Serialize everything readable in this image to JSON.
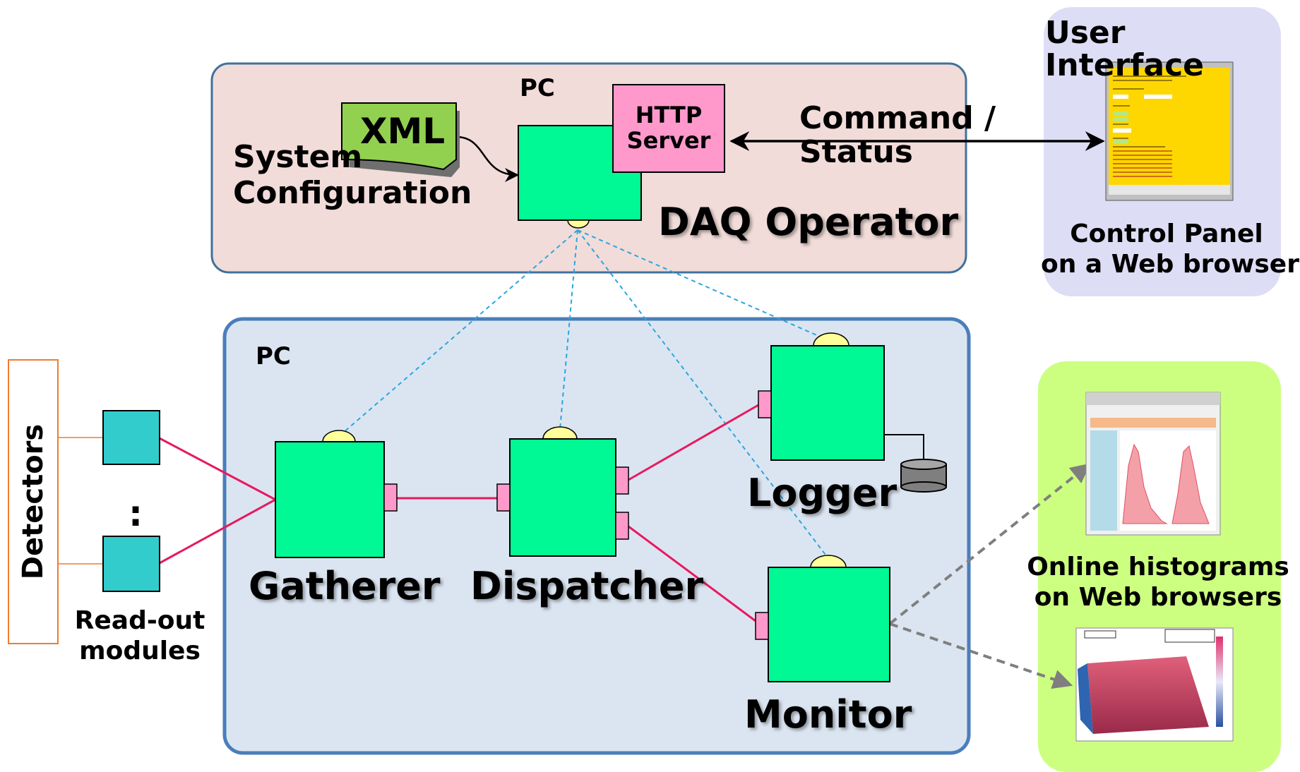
{
  "operator_pc": {
    "pc_label": "PC",
    "xml_label": "XML",
    "system_config_label": "System\nConfiguration",
    "http_server_label": "HTTP\nServer",
    "component_label": "DAQ Operator"
  },
  "daq_pc": {
    "pc_label": "PC",
    "components": {
      "gatherer": "Gatherer",
      "dispatcher": "Dispatcher",
      "logger": "Logger",
      "monitor": "Monitor"
    }
  },
  "detectors": {
    "label": "Detectors",
    "ellipsis": ":",
    "readout_label": "Read-out\nmodules"
  },
  "user_interface": {
    "title": "User\nInterface",
    "command_status_label": "Command /\nStatus",
    "panel_caption": "Control Panel\non a Web browser"
  },
  "online": {
    "caption": "Online histograms\non Web browsers"
  },
  "colors": {
    "component_fill": "#00f994",
    "operator_bg": "#f1dcd9",
    "daq_bg": "#dbe5f1",
    "ui_bg": "#dddef5",
    "online_bg": "#ccff80",
    "http_fill": "#ff99cc",
    "xml_fill": "#92d050",
    "data_link": "#e8195f",
    "control_link": "#2aa6e0",
    "port_fill": "#ff99cc",
    "readout_fill": "#33cccc",
    "detector_border": "#ed7d31"
  }
}
